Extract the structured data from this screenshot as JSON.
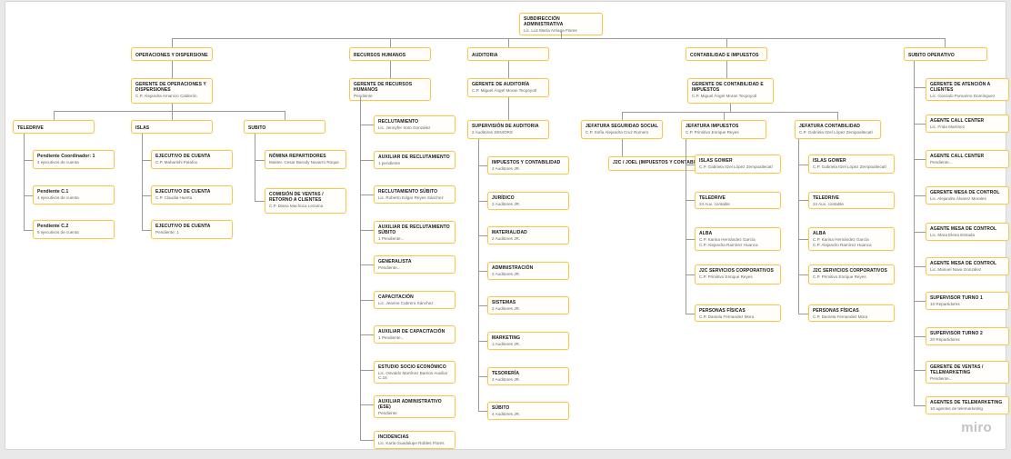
{
  "root": {
    "title": "SUBDIRECCIÓN ADMINISTRATIVA",
    "subtitle": "Lic. Luz María Arriaga Flores"
  },
  "branches": [
    {
      "header": "OPERACIONES Y DISPERSIONES",
      "manager": {
        "title": "GERENTE DE OPERACIONES Y DISPERSIONES",
        "subtitle": "C.P. Alejandra Amancio Calderón"
      },
      "subgroups": [
        {
          "header": "TELEDRIVE",
          "children": [
            {
              "title": "Pendiente Coordinador: 1",
              "subtitle": "4 ejecutivos de cuenta"
            },
            {
              "title": "Pendiente C.1",
              "subtitle": "4 ejecutivos de cuenta"
            },
            {
              "title": "Pendiente C.2",
              "subtitle": "5 ejecutivos de cuenta"
            }
          ]
        },
        {
          "header": "ISLAS",
          "children": [
            {
              "title": "EJECUTIVO DE CUENTA",
              "subtitle": "C.P. Maharishi Palafox"
            },
            {
              "title": "EJECUTIVO DE CUENTA",
              "subtitle": "C.P. Claudia Huerta"
            },
            {
              "title": "EJECUTIVO DE CUENTA",
              "subtitle": "Pendiente: 1"
            }
          ]
        },
        {
          "header": "SÚBITO",
          "children": [
            {
              "title": "NÓMINA REPARTIDORES",
              "subtitle": "Master. Cesar Barody Navarro Roque"
            },
            {
              "title": "COMISIÓN DE VENTAS / RETORNO A CLIENTES",
              "subtitle": "C.P. Diana Machuca Lezama"
            }
          ]
        }
      ]
    },
    {
      "header": "RECURSOS HUMANOS",
      "manager": {
        "title": "GERENTE DE RECURSOS HUMANOS",
        "subtitle": "Pendiente"
      },
      "children": [
        {
          "title": "RECLUTAMIENTO",
          "subtitle": "Lic. Jennyfer Soto González"
        },
        {
          "title": "AUXILIAR DE RECLUTAMIENTO",
          "subtitle": "1 pendiente"
        },
        {
          "title": "RECLUTAMIENTO SÚBITO",
          "subtitle": "Lic. Roberto Edgar Reyes Sánchez"
        },
        {
          "title": "AUXILIAR DE RECLUTAMIENTO SÚBITO",
          "subtitle": "1 Pendiente..."
        },
        {
          "title": "GENERALISTA",
          "subtitle": "Pendiente..."
        },
        {
          "title": "CAPACITACIÓN",
          "subtitle": "Lic. Jeanne Cabrera Sánchez"
        },
        {
          "title": "AUXILIAR DE CAPACITACIÓN",
          "subtitle": "1 Pendiente..."
        },
        {
          "title": "ESTUDIO SOCIO ECONÓMICO",
          "subtitle": "Lic. Osvaldo Martínez Barrios Auxiliar C.16"
        },
        {
          "title": "AUXILIAR ADMINISTRATIVO (ESE)",
          "subtitle": "Pendiente"
        },
        {
          "title": "INCIDENCIAS",
          "subtitle": "Lic. Karla Guadalupe Robles Flores"
        }
      ]
    },
    {
      "header": "AUDITORÍA",
      "manager": {
        "title": "GERENTE DE AUDITORÍA",
        "subtitle": "C.P. Miguel Ángel Moran Tecpoyotl"
      },
      "supervisor": {
        "title": "SUPERVISIÓN DE AUDITORIA",
        "subtitle": "2 Auditores SENIORS"
      },
      "children": [
        {
          "title": "IMPUESTOS Y CONTABILIDAD",
          "subtitle": "2 Auditores JR."
        },
        {
          "title": "JURÍDICO",
          "subtitle": "2 Auditores JR."
        },
        {
          "title": "MATERIALIDAD",
          "subtitle": "2 Auditores JR."
        },
        {
          "title": "ADMINISTRACIÓN",
          "subtitle": "2 Auditores JR."
        },
        {
          "title": "SISTEMAS",
          "subtitle": "2 Auditores JR."
        },
        {
          "title": "MARKETING",
          "subtitle": "1 Auditores JR."
        },
        {
          "title": "TESORERÍA",
          "subtitle": "2 Auditores JR."
        },
        {
          "title": "SÚBITO",
          "subtitle": "4 Auditores JR."
        }
      ]
    },
    {
      "header": "CONTABILIDAD E IMPUESTOS",
      "manager": {
        "title": "GERENTE DE CONTABILIDAD E IMPUESTOS",
        "subtitle": "C.P. Miguel Ángel Moran Tecpoyotl"
      },
      "jefaturas": [
        {
          "title": "JEFATURA SEGURIDAD SOCIAL",
          "subtitle": "C.P. Sofía Alejandra Cruz Romero",
          "children": [
            {
              "title": "J2C / JOEL (IMPUESTOS Y CONTABILIDAD)"
            }
          ]
        },
        {
          "title": "JEFATURA IMPUESTOS",
          "subtitle": "C.P. Primitivo Enrique Reyes",
          "children": [
            {
              "title": "ISLAS GOWER",
              "subtitle": "C.P. Gabriela Itzel López Zempoaltecatl"
            },
            {
              "title": "TELEDRIVE",
              "subtitle": "24 Aux. contable"
            },
            {
              "title": "ALBA",
              "subtitle": "C.P. Karina Hernández García",
              "subtitle2": "C.P. Alejandra Ramírez Huanca"
            },
            {
              "title": "J2C SERVICIOS CORPORATIVOS",
              "subtitle": "C.P. Primitivo Enrique Reyes"
            },
            {
              "title": "PERSONAS FÍSICAS",
              "subtitle": "C.P. Daniela Fernandez Mora"
            }
          ]
        },
        {
          "title": "JEFATURA CONTABILIDAD",
          "subtitle": "C.P. Gabriela Itzel López Zempoaltecatl",
          "children": [
            {
              "title": "ISLAS GOWER",
              "subtitle": "C.P. Gabriela Itzel López Zempoaltecatl"
            },
            {
              "title": "TELEDRIVE",
              "subtitle": "24 Aux. contable"
            },
            {
              "title": "ALBA",
              "subtitle": "C.P. Karina Hernández García",
              "subtitle2": "C.P. Alejandro Ramírez Huanca"
            },
            {
              "title": "J2C SERVICIOS CORPORATIVOS",
              "subtitle": "C.P. Primitivo Enrique Reyes"
            },
            {
              "title": "PERSONAS FÍSICAS",
              "subtitle": "C.P. Daniela Fernandez Mora"
            }
          ]
        }
      ]
    },
    {
      "header": "SÚBITO OPERATIVO",
      "children": [
        {
          "title": "GERENTE DE ATENCIÓN A CLIENTES",
          "subtitle": "Lic. Gonzalo Pumarino Domínguez"
        },
        {
          "title": "AGENTE CALL CENTER",
          "subtitle": "Lic. Frida Martínez"
        },
        {
          "title": "AGENTE CALL CENTER",
          "subtitle": "Pendiente..."
        },
        {
          "title": "GERENTE MESA DE CONTROL",
          "subtitle": "Lic. Alejandra Álvarez Morales"
        },
        {
          "title": "AGENTE MESA DE CONTROL",
          "subtitle": "Lic. Mara Elena Estrada"
        },
        {
          "title": "AGENTE MESA DE CONTROL",
          "subtitle": "Lic. Manuel Nava González"
        },
        {
          "title": "SUPERVISOR TURNO 1",
          "subtitle": "10 Repartidores"
        },
        {
          "title": "SUPERVISOR TURNO 2",
          "subtitle": "20 Repartidores"
        },
        {
          "title": "GERENTE DE VENTAS / TELEMARKETING",
          "subtitle": "Pendiente..."
        },
        {
          "title": "AGENTES DE TELEMARKETING",
          "subtitle": "10 agentes de telemarketing"
        }
      ]
    }
  ],
  "watermark": "miro"
}
